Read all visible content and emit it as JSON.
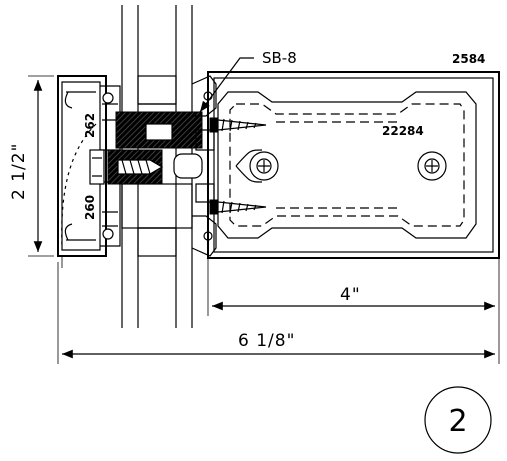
{
  "labels": {
    "sealant_block": "SB-8",
    "frame_part": "2584",
    "tube_part": "22284",
    "upper_glazing_part": "262",
    "lower_glazing_part": "260"
  },
  "dimensions": {
    "height": "2 1/2\"",
    "tube_width": "4\"",
    "overall_width": "6 1/8\""
  },
  "detail_number": "2"
}
